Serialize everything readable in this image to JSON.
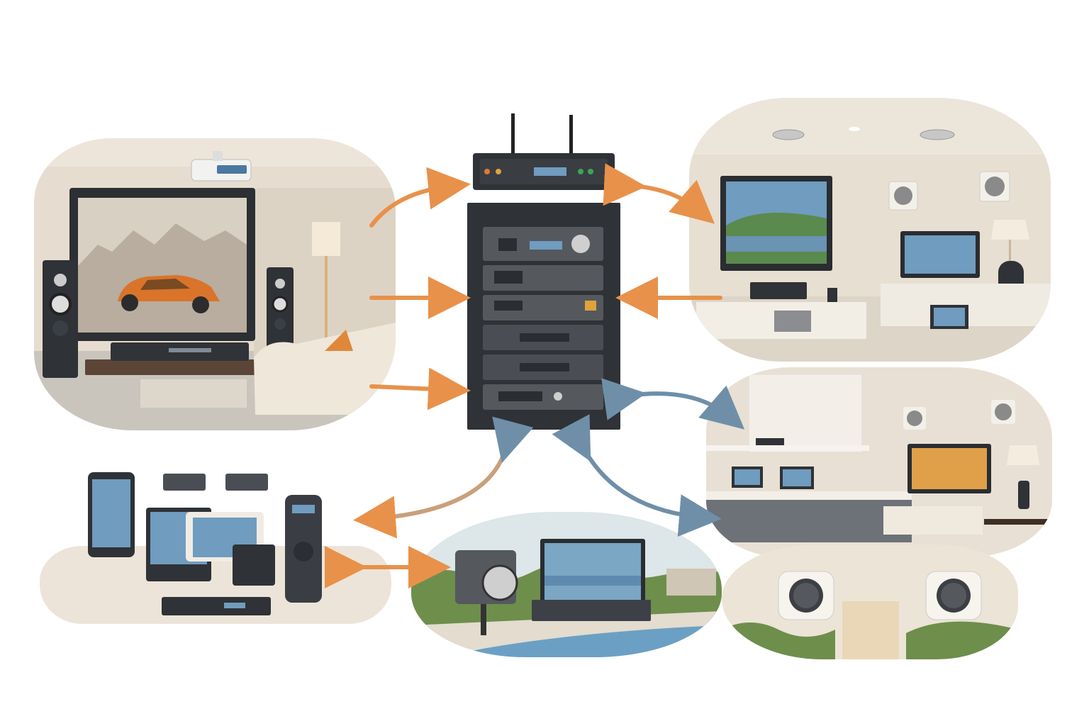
{
  "diagram": {
    "hub": {
      "router": {
        "icon": "wireless-router-icon",
        "leds": [
          "#e07a2f",
          "#e0a23a",
          "#3aa655",
          "#3aa655"
        ]
      },
      "rack": {
        "icon": "equipment-rack-icon",
        "units": [
          "av-receiver",
          "amplifier",
          "network-switch",
          "media-server",
          "processor",
          "power-conditioner"
        ]
      }
    },
    "zones": [
      {
        "id": "home-theater",
        "icon": "projector-icon",
        "link": "orange-arrows"
      },
      {
        "id": "living-room",
        "icon": "tv-icon",
        "link": "orange-two-way"
      },
      {
        "id": "kitchen-office",
        "icon": "laptop-icon",
        "link": "blue-two-way"
      },
      {
        "id": "ceiling-speakers",
        "icon": "ceiling-speaker-icon",
        "link": "blue-two-way"
      },
      {
        "id": "outdoor-patio",
        "icon": "outdoor-speaker-icon",
        "link": "orange-two-way"
      },
      {
        "id": "control-devices",
        "icon": "remote-control-icon",
        "link": "orange-blue-two-way"
      }
    ],
    "colors": {
      "arrow_orange": "#e8914a",
      "arrow_blue": "#6f8fa8",
      "rack": "#2f3236",
      "scene_bg": "#e9e1d4"
    }
  }
}
